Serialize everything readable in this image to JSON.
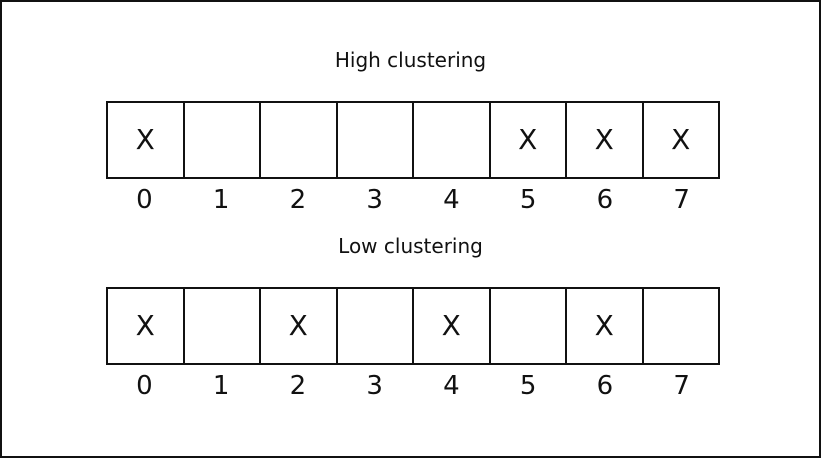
{
  "diagram": {
    "high": {
      "title": "High clustering",
      "cells": [
        "X",
        "",
        "",
        "",
        "",
        "X",
        "X",
        "X"
      ],
      "indices": [
        "0",
        "1",
        "2",
        "3",
        "4",
        "5",
        "6",
        "7"
      ]
    },
    "low": {
      "title": "Low clustering",
      "cells": [
        "X",
        "",
        "X",
        "",
        "X",
        "",
        "X",
        ""
      ],
      "indices": [
        "0",
        "1",
        "2",
        "3",
        "4",
        "5",
        "6",
        "7"
      ]
    }
  }
}
